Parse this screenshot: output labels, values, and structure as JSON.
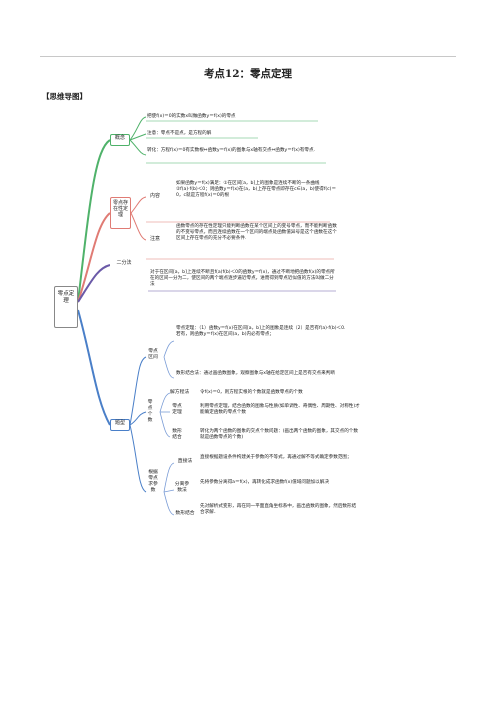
{
  "page": {
    "title": "考点12：零点定理",
    "section_label": "【思维导图】"
  },
  "root": {
    "label": "零点定理"
  },
  "branches": {
    "concept": {
      "label": "概念",
      "lines": [
        "把使f(x)＝0的实数x叫做函数y＝f(x)的零点",
        "注意：零点不是点，是方程的解",
        "转化：方程f(x)＝0有实数根⇔函数y＝f(x)的图象与x轴有交点⇔函数y＝f(x)有零点."
      ]
    },
    "existence": {
      "label": "零点存在性定理",
      "content_label": "内容",
      "content_text": "如果函数y＝f(x)满足：①在区间[a，b]上的图象是连续不断的一条曲线②f(a)·f(b)＜0；则函数y＝f(x)在(a，b)上存在零点即存在c∈(a，b)使得f(c)＝0，c就是方程f(x)＝0的根",
      "note_label": "注意",
      "note_text": "函数零点的存在性定理只能判断函数在某个区间上的变号零点，而不能判断函数的不变号零点，而且连续函数在一个区间的端点处函数值异号是这个函数在这个区间上存在零点的充分不必要条件."
    },
    "bisection": {
      "label": "二分法",
      "text": "对于在区间[a，b]上连续不断且f(a)f(b)＜0的函数y＝f(x)，通过不断地把函数f(x)的零点所在的区间一分为二，使区间的两个端点逐步逼近零点，进而得到零点近似值的方法叫做二分法"
    },
    "types": {
      "label": "题型",
      "interval": {
        "label": "零点区间",
        "def_text": "零点定理：（1）函数y＝f(x)在区间[a，b]上的图象是连续（2）是否有f(a)·f(b)＜0.若有，则函数y＝f(x)在区间(a，b)内必有零点；",
        "combo_text": "数形结合法：通过画函数图象，观察图象与x轴在给定区间上是否有交点来判断"
      },
      "count": {
        "label": "零点个数",
        "items": [
          {
            "label": "解方程法",
            "text": "令f(x)＝0，则方程实根的个数就是函数零点的个数"
          },
          {
            "label": "零点定理",
            "text": "利用零点定理，结合函数的图象与性质(如单调性、奇偶性、周期性、对称性)才能确定函数的零点个数"
          },
          {
            "label": "数形结合",
            "text": "转化为两个函数的图象的交点个数问题：(画出两个函数的图象，其交点的个数就是函数零点的个数)"
          }
        ]
      },
      "param": {
        "label": "根据零点求参数",
        "items": [
          {
            "label": "直接法",
            "text": "直接根据题设条件构建关于参数的不等式，再通过解不等式确定参数范围；"
          },
          {
            "label": "分离参数法",
            "text": "先将参数分离得a＝f(x)，再转化成求函数f(x)值域问题加以解决"
          },
          {
            "label": "数形结合",
            "text": "先对解析式变形，再在同一平面直角坐标系中，画出函数的图象，然后数形结合求解．"
          }
        ]
      }
    }
  },
  "colors": {
    "branch_concept": "#4fb26a",
    "branch_existence": "#e07b74",
    "branch_bisection": "#6b5aa8",
    "branch_types": "#4a7fc8",
    "sub_lines": "#7a9cd6"
  }
}
